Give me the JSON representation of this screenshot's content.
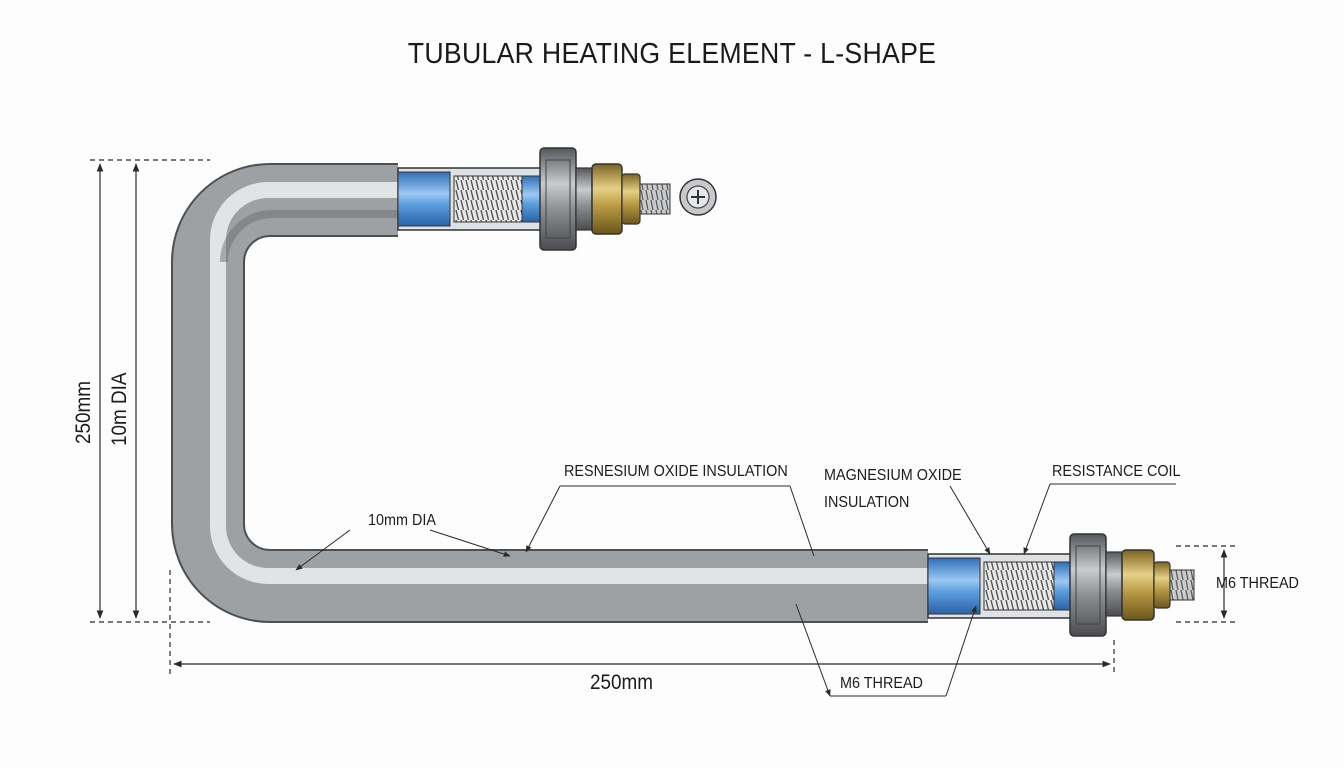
{
  "title": "TUBULAR HEATING ELEMENT - L-SHAPE",
  "labels": {
    "height_dim": "250mm",
    "vertical_dia": "10m DIA",
    "bottom_dim": "250mm",
    "tube_dia": "10mm DIA",
    "insulation_top": "RESNESIUM OXIDE INSULATION",
    "magnesium_line1": "MAGNESIUM OXIDE",
    "magnesium_line2": "INSULATION",
    "resistance_coil": "RESISTANCE COIL",
    "m6_thread_bottom": "M6 THREAD",
    "m6_thread_right": "M6 THREAD"
  },
  "colors": {
    "tube_steel": "#b9bcbf",
    "insulation_blue": "#4a8fd6",
    "brass": "#b89a45",
    "nut_steel": "#8d8f92",
    "line": "#2a2a2a"
  },
  "icons": [
    "terminal-screw-icon"
  ]
}
